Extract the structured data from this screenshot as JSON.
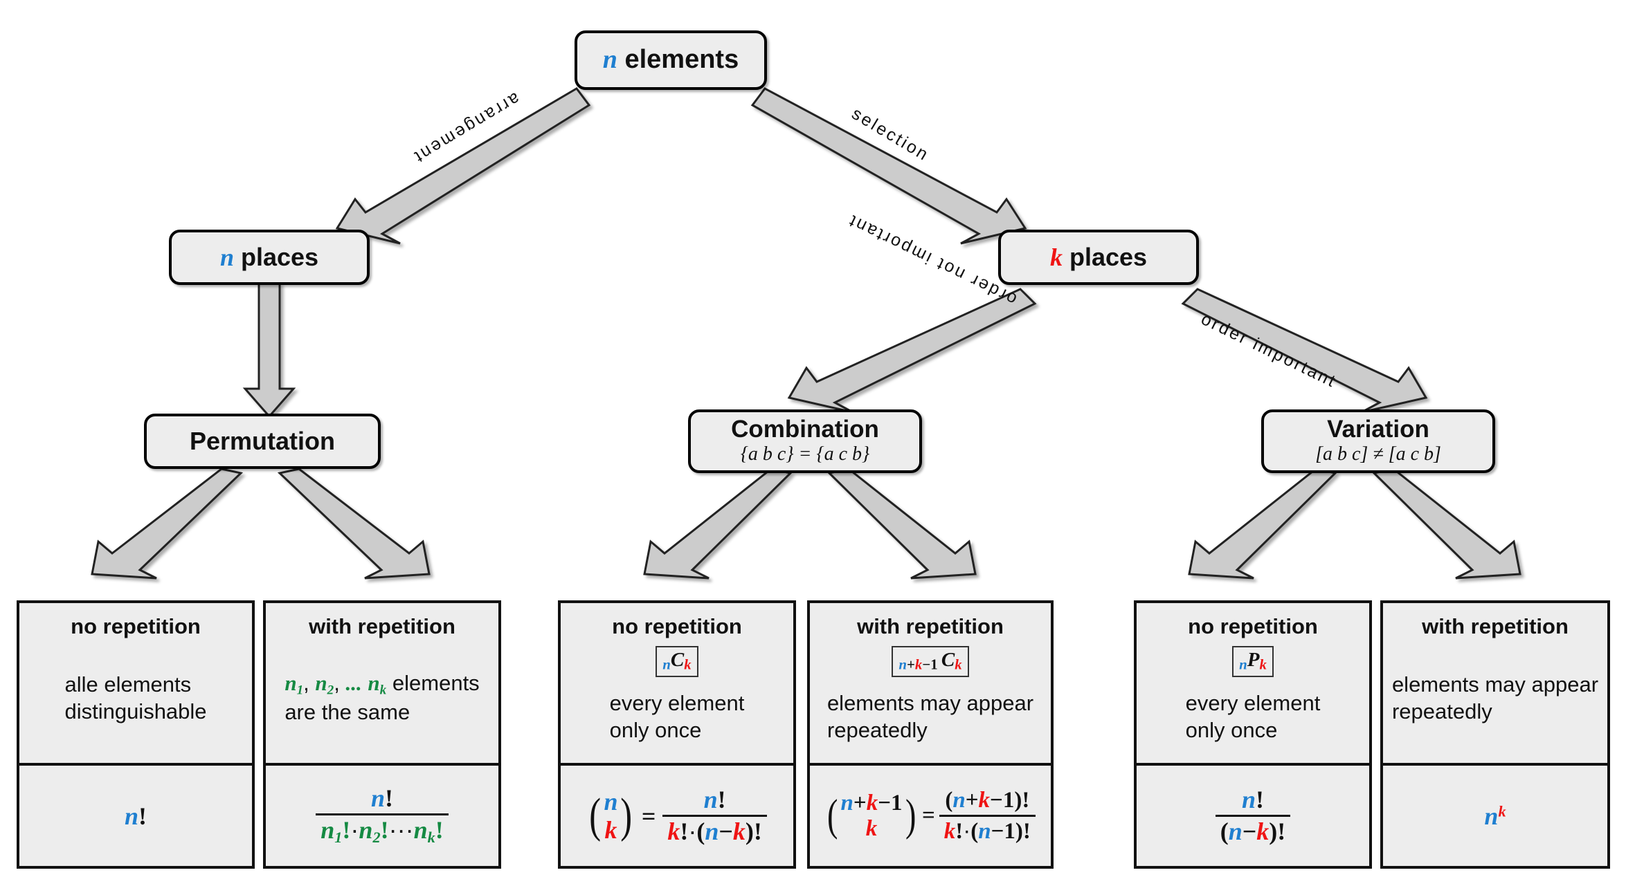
{
  "diagram": {
    "title": "Combinatorics decision tree",
    "colors": {
      "n_blue": "#1f7fd0",
      "k_red": "#ef1414",
      "ni_green": "#158a43",
      "node_fill": "#ededed",
      "arrow_fill": "#cccccc",
      "outline": "#111111"
    }
  },
  "nodes": {
    "root": {
      "var": "n",
      "label": "elements"
    },
    "n_places": {
      "var": "n",
      "label": "places"
    },
    "k_places": {
      "var": "k",
      "label": "places"
    },
    "permutation": {
      "title": "Permutation",
      "sub": ""
    },
    "combination": {
      "title": "Combination",
      "sub": "{a b c} = {a c b}"
    },
    "variation": {
      "title": "Variation",
      "sub": "[a b c] ≠ [a c b]"
    }
  },
  "edge_labels": {
    "arrangement": "arrangement",
    "selection": "selection",
    "order_not_important": "order not important",
    "order_important": "order important"
  },
  "cards": [
    {
      "header": "no repetition",
      "tag": "",
      "desc_line1": "alle elements",
      "desc_line2": "distinguishable"
    },
    {
      "header": "with repetition",
      "tag": "",
      "desc_line1": "n1, n2, ... nk elements",
      "desc_line2": "are the same"
    },
    {
      "header": "no repetition",
      "tag": "nCk",
      "desc_line1": "every element",
      "desc_line2": "only once"
    },
    {
      "header": "with repetition",
      "tag": "n+k-1Ck",
      "desc_line1": "elements may appear",
      "desc_line2": "repeatedly"
    },
    {
      "header": "no repetition",
      "tag": "nPk",
      "desc_line1": "every element",
      "desc_line2": "only once"
    },
    {
      "header": "with repetition",
      "tag": "",
      "desc_line1": "elements may appear",
      "desc_line2": "repeatedly"
    }
  ],
  "formulas": {
    "permutation_no_rep": "n!",
    "permutation_with_rep": "n! / (n1! · n2! ··· nk!)",
    "combination_no_rep": "(n choose k) = n! / (k! · (n − k)!)",
    "combination_with_rep": "(n+k−1 choose k) = (n + k − 1)! / (k! · (n − 1)!)",
    "variation_no_rep": "n! / (n − k)!",
    "variation_with_rep": "n^k"
  },
  "math_symbols": {
    "n": "n",
    "k": "k",
    "one": "1",
    "fact": "!",
    "plus": "+",
    "minus": "−",
    "dot": "·",
    "ellipsis": "···",
    "equals": "=",
    "n1": "n",
    "n2": "n",
    "nk": "n",
    "sub1": "1",
    "sub2": "2",
    "subk": "k",
    "C": "C",
    "P": "P",
    "comma": ",",
    "dots": "...",
    "elements_word": "elements"
  }
}
